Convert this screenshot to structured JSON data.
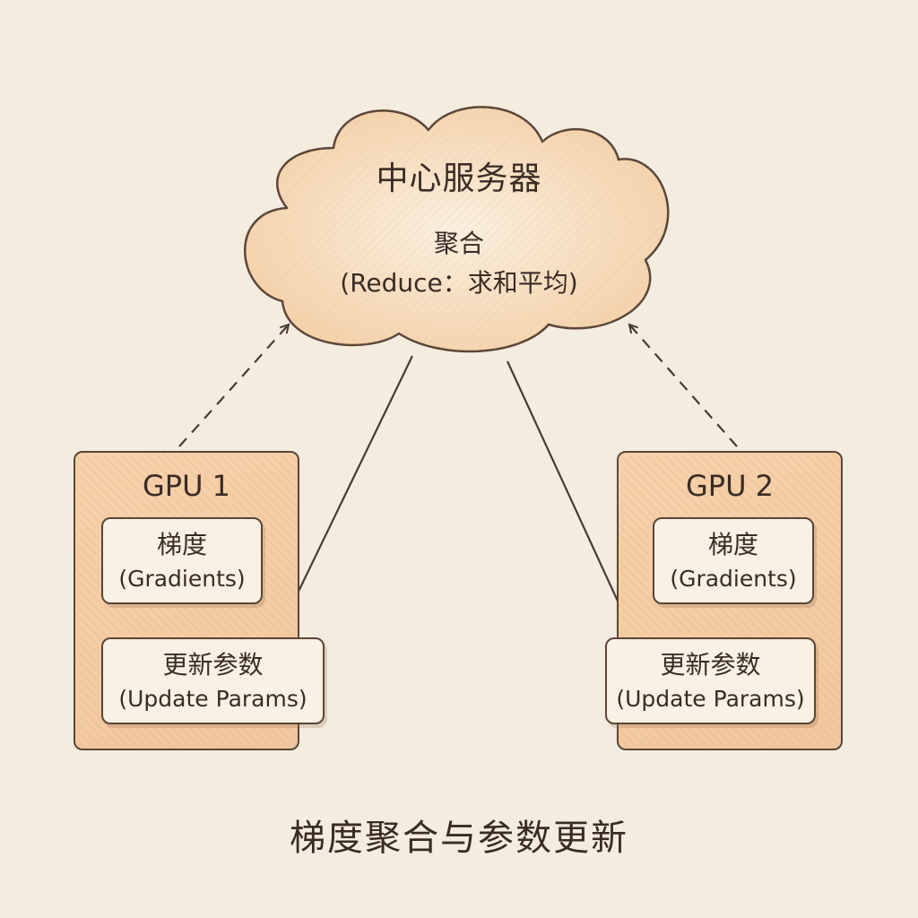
{
  "cloud": {
    "title": "中心服务器",
    "line1": "聚合",
    "line2": "(Reduce：求和平均)"
  },
  "gpus": [
    {
      "label": "GPU 1",
      "gradients_zh": "梯度",
      "gradients_en": "(Gradients)",
      "update_zh": "更新参数",
      "update_en": "(Update Params)"
    },
    {
      "label": "GPU 2",
      "gradients_zh": "梯度",
      "gradients_en": "(Gradients)",
      "update_zh": "更新参数",
      "update_en": "(Update Params)"
    }
  ],
  "title": "梯度聚合与参数更新",
  "colors": {
    "background": "#f4eddf",
    "box_fill": "#f0c8a0",
    "cloud_fill": "#f6d9b4",
    "ink": "#3a2c24"
  }
}
